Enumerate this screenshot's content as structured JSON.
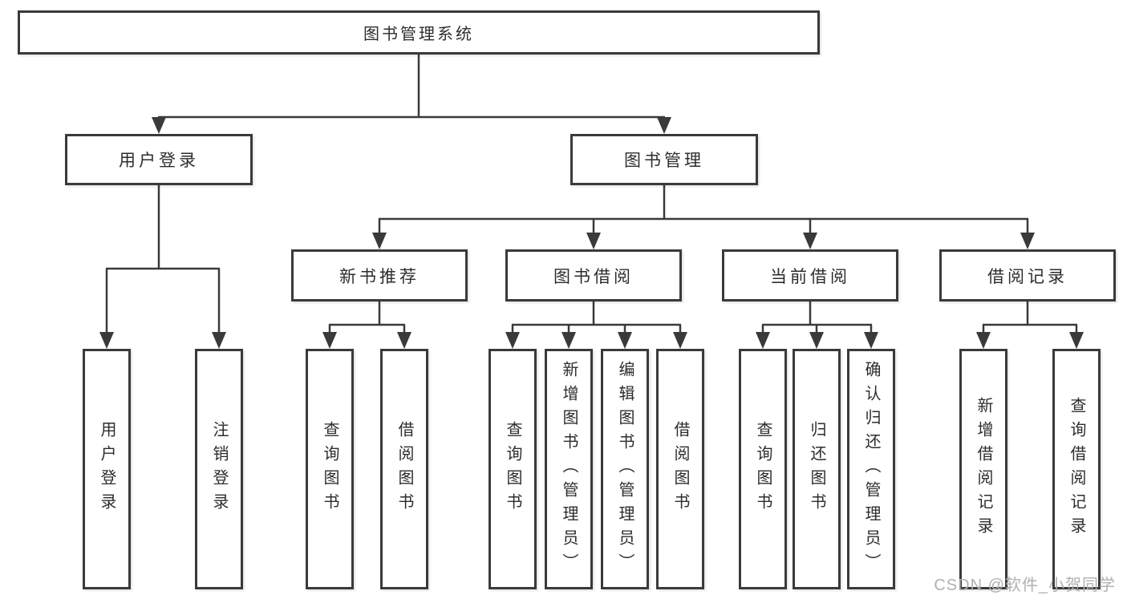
{
  "title": "图书管理系统",
  "diagram_type": "hierarchy-chart",
  "tree": {
    "label": "图书管理系统",
    "children": [
      {
        "label": "用户登录",
        "children": [
          {
            "label": "用户登录"
          },
          {
            "label": "注销登录"
          }
        ]
      },
      {
        "label": "图书管理",
        "children": [
          {
            "label": "新书推荐",
            "children": [
              {
                "label": "查询图书"
              },
              {
                "label": "借阅图书"
              }
            ]
          },
          {
            "label": "图书借阅",
            "children": [
              {
                "label": "查询图书"
              },
              {
                "label": "新增图书（管理员）"
              },
              {
                "label": "编辑图书（管理员）"
              },
              {
                "label": "借阅图书"
              }
            ]
          },
          {
            "label": "当前借阅",
            "children": [
              {
                "label": "查询图书"
              },
              {
                "label": "归还图书"
              },
              {
                "label": "确认归还（管理员）"
              }
            ]
          },
          {
            "label": "借阅记录",
            "children": [
              {
                "label": "新增借阅记录"
              },
              {
                "label": "查询借阅记录"
              }
            ]
          }
        ]
      }
    ]
  },
  "watermark": "CSDN @软件_小贺同学",
  "colors": {
    "line": "#3a3a3a",
    "text": "#2d2d2d",
    "watermark": "#b0b0b0",
    "background": "#ffffff"
  }
}
